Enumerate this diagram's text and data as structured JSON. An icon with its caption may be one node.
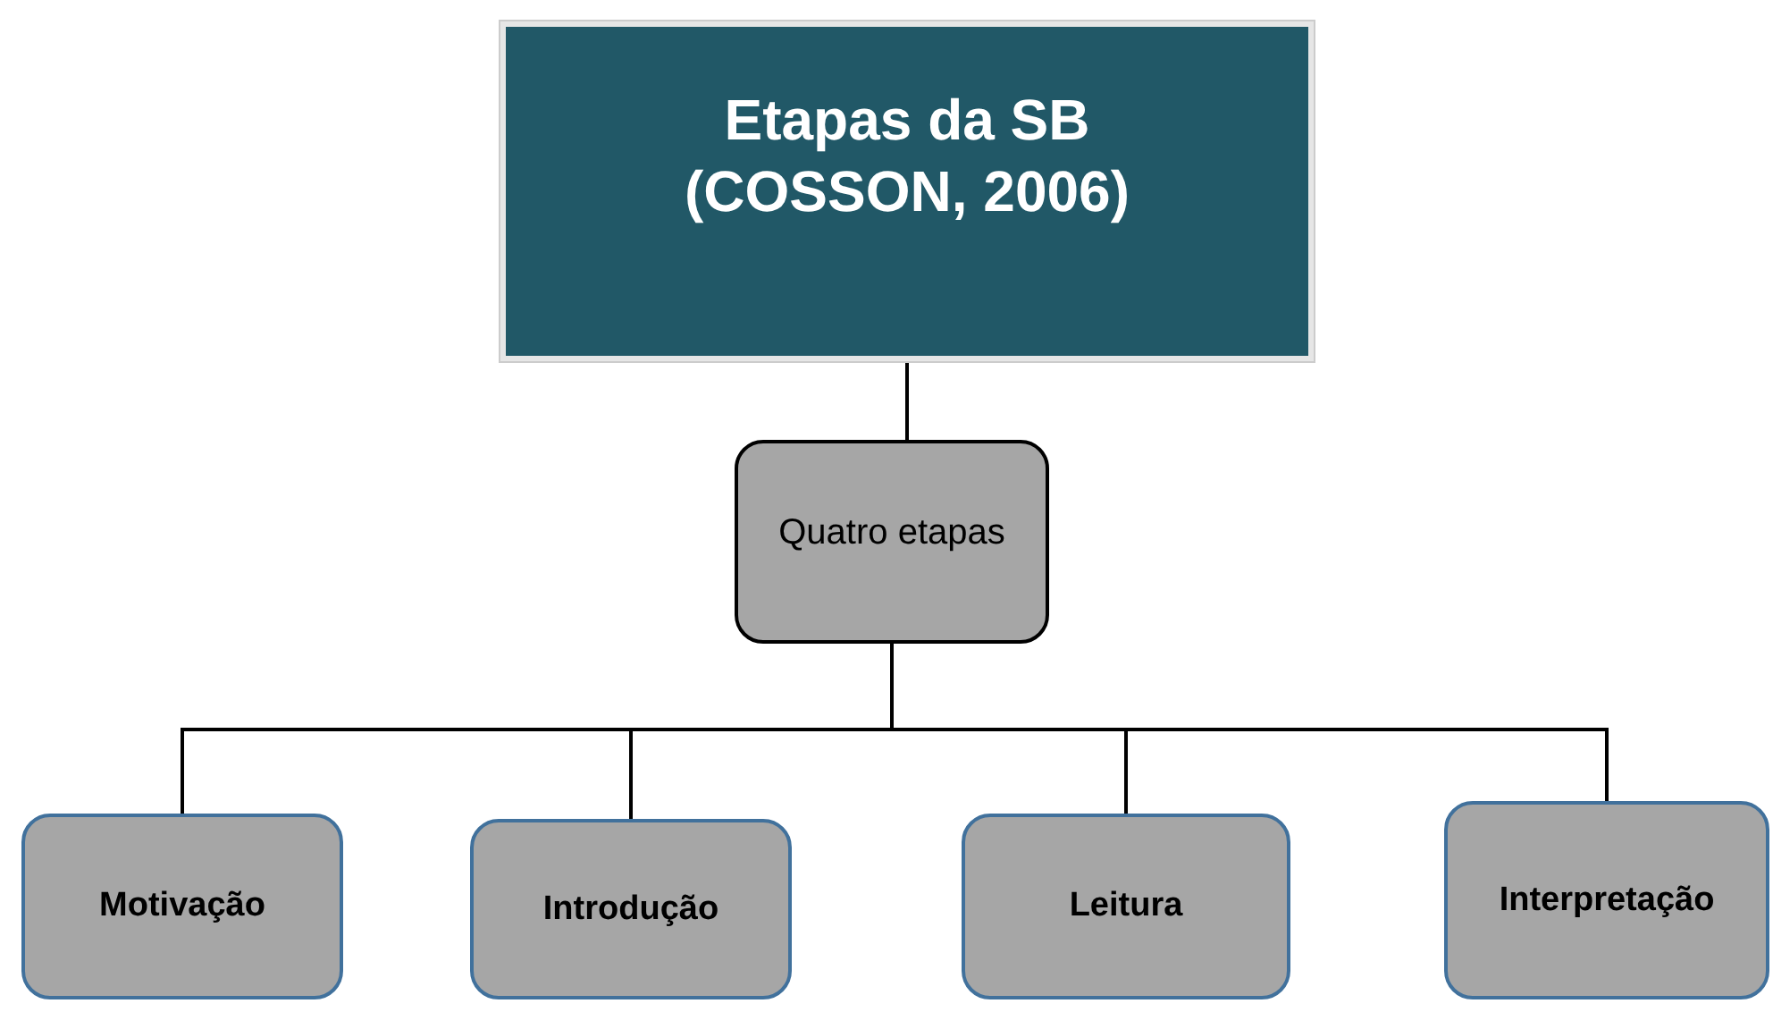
{
  "diagram": {
    "nodes": [
      {
        "text": [
          "Etapas da SB (COSSON, 2006)"
        ]
      },
      {
        "text": [
          "Quatro etapas"
        ]
      },
      {
        "text": [
          "Motivação"
        ]
      },
      {
        "text": [
          "Introdução"
        ]
      },
      {
        "text": [
          "Leitura"
        ]
      },
      {
        "text": [
          "Interpretação"
        ]
      }
    ],
    "edges": [
      {
        "from": 0,
        "to": 1,
        "arrow": "none"
      },
      {
        "from": 1,
        "to": 2,
        "arrow": "none"
      },
      {
        "from": 1,
        "to": 3,
        "arrow": "none"
      },
      {
        "from": 1,
        "to": 4,
        "arrow": "none"
      },
      {
        "from": 1,
        "to": 5,
        "arrow": "none"
      }
    ]
  }
}
